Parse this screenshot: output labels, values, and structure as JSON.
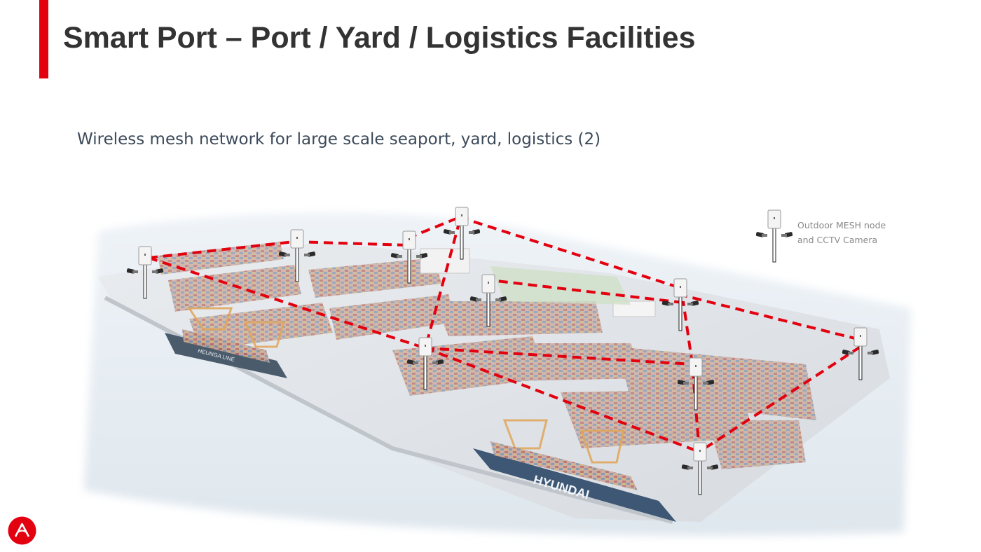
{
  "slide": {
    "title": "Smart Port – Port / Yard / Logistics Facilities",
    "subtitle": "Wireless mesh network for large scale seaport, yard, logistics (2)"
  },
  "legend": {
    "line1": "Outdoor MESH node",
    "line2": "and CCTV Camera",
    "icon": "mesh-node-cctv-icon"
  },
  "ships": [
    {
      "label": "HEUNGA LINE"
    },
    {
      "label": "HYUNDAI"
    }
  ],
  "colors": {
    "accent": "#e3000f",
    "title": "#333333",
    "subtitle": "#3c4a5a",
    "mesh_link": "#e3000f",
    "legend_text": "#8a8a8a"
  },
  "logo": {
    "icon": "company-logo-icon"
  }
}
